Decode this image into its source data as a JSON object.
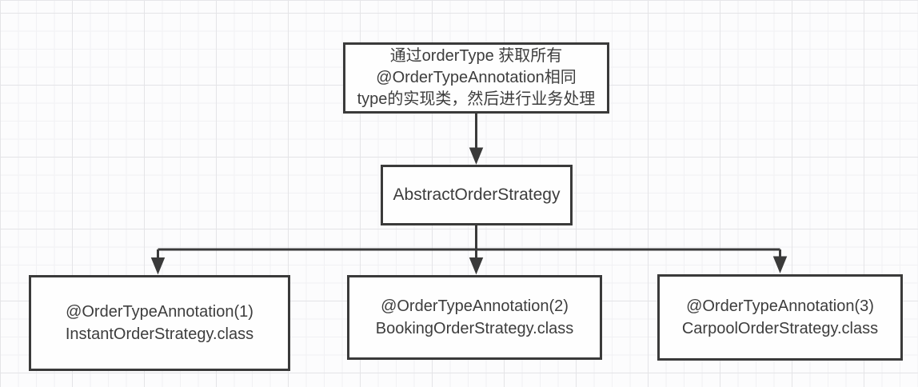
{
  "canvas": {
    "background": "#fcfcfd",
    "grid_minor_color": "#f1f1f4",
    "grid_major_color": "#e4e4e7",
    "node_fill": "#fefefe",
    "stroke_color": "#3a3a3a",
    "text_color": "#3d3d3d"
  },
  "diagram": {
    "type": "flowchart",
    "nodes": [
      {
        "id": "process-note",
        "lines": [
          "通过orderType 获取所有",
          "@OrderTypeAnnotation相同",
          "type的实现类，然后进行业务处理"
        ]
      },
      {
        "id": "abstract-order-strategy",
        "lines": [
          "AbstractOrderStrategy"
        ]
      },
      {
        "id": "instant-order-strategy",
        "lines": [
          "@OrderTypeAnnotation(1)",
          "InstantOrderStrategy.class"
        ]
      },
      {
        "id": "booking-order-strategy",
        "lines": [
          "@OrderTypeAnnotation(2)",
          "BookingOrderStrategy.class"
        ]
      },
      {
        "id": "carpool-order-strategy",
        "lines": [
          "@OrderTypeAnnotation(3)",
          "CarpoolOrderStrategy.class"
        ]
      }
    ],
    "edges": [
      {
        "from": "process-note",
        "to": "abstract-order-strategy"
      },
      {
        "from": "abstract-order-strategy",
        "to": "instant-order-strategy"
      },
      {
        "from": "abstract-order-strategy",
        "to": "booking-order-strategy"
      },
      {
        "from": "abstract-order-strategy",
        "to": "carpool-order-strategy"
      }
    ]
  }
}
